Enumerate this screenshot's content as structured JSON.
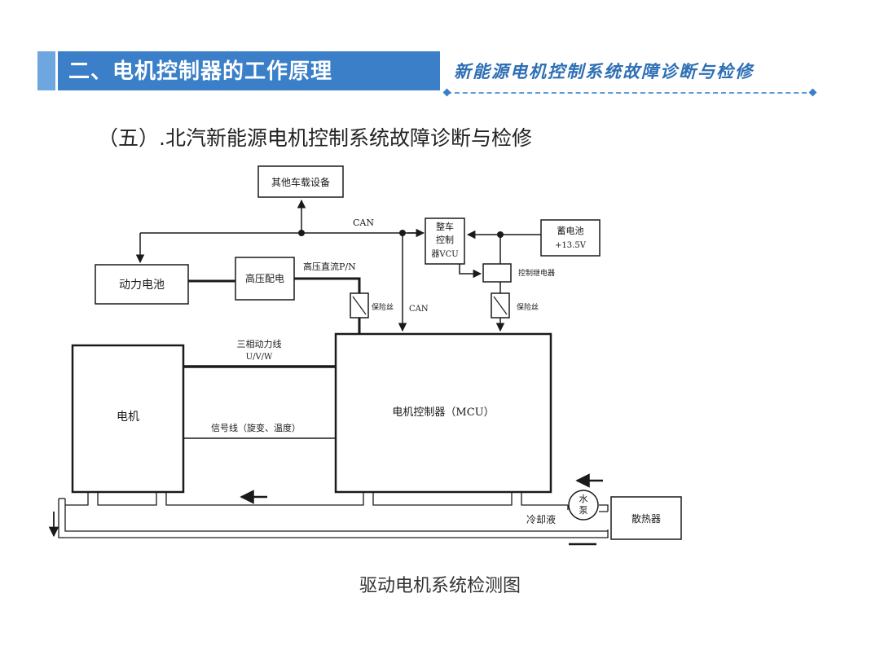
{
  "header": {
    "title": "二、电机控制器的工作原理",
    "subtitle": "新能源电机控制系统故障诊断与检修"
  },
  "section_heading": "（五）.北汽新能源电机控制系统故障诊断与检修",
  "diagram": {
    "other_devices": "其他车载设备",
    "can_top": "CAN",
    "vcu": [
      "整车",
      "控制",
      "器VCU"
    ],
    "battery_12v": [
      "蓄电池",
      "+13.5V"
    ],
    "power_battery": "动力电池",
    "hv_distribution": "高压配电",
    "hv_dc": "高压直流P/N",
    "control_relay": "控制继电器",
    "fuse_left": "保险丝",
    "can_mid": "CAN",
    "fuse_right": "保险丝",
    "three_phase": [
      "三相动力线",
      "U/V/W"
    ],
    "motor": "电机",
    "mcu": "电机控制器（MCU）",
    "signal_line": "信号线（旋变、温度）",
    "water_pump": [
      "水",
      "泵"
    ],
    "coolant": "冷却液",
    "radiator": "散热器"
  },
  "caption": "驱动电机系统检测图"
}
